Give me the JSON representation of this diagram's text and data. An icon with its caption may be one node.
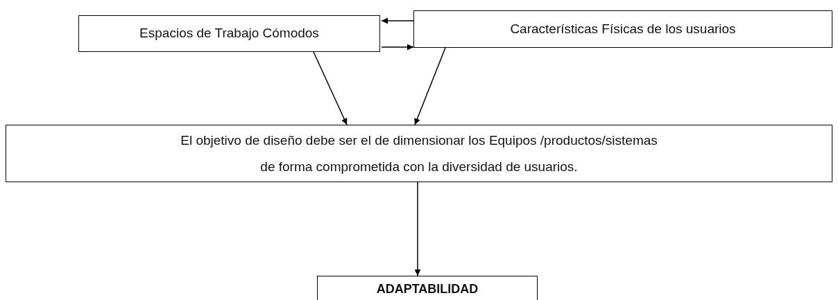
{
  "diagram": {
    "nodes": [
      {
        "text": [
          "Espacios de Trabajo Cómodos"
        ]
      },
      {
        "text": [
          "Características Físicas de los usuarios"
        ]
      },
      {
        "text": [
          "El objetivo de diseño debe ser el de dimensionar los Equipos /productos/sistemas de forma comprometida con la diversidad de usuarios."
        ]
      },
      {
        "text": [
          "ADAPTABILIDAD"
        ]
      }
    ],
    "edges": [
      {
        "from": 1,
        "to": 0,
        "arrow": "to"
      },
      {
        "from": 0,
        "to": 1,
        "arrow": "to"
      },
      {
        "from": 0,
        "to": 2,
        "arrow": "to"
      },
      {
        "from": 1,
        "to": 2,
        "arrow": "to"
      },
      {
        "from": 2,
        "to": 3,
        "arrow": "to"
      }
    ]
  }
}
